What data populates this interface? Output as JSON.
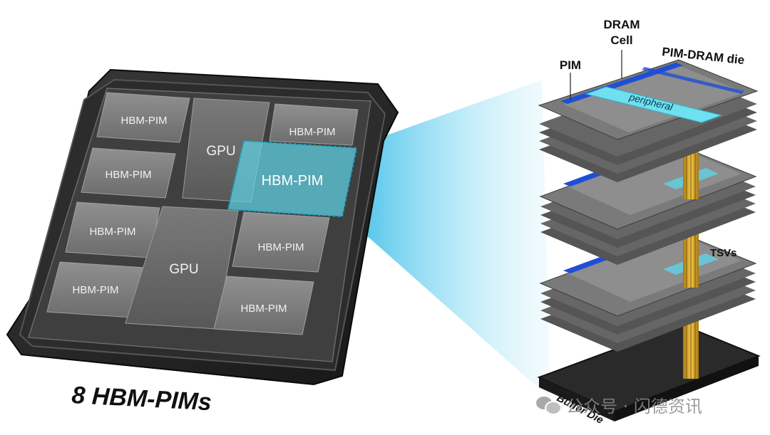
{
  "chip": {
    "tile_label": "HBM-PIM",
    "gpu_label": "GPU",
    "highlight_label": "HBM-PIM",
    "caption": "8 HBM-PIMs"
  },
  "stack": {
    "label_pim": "PIM",
    "label_dram_line1": "DRAM",
    "label_dram_line2": "Cell",
    "label_die": "PIM-DRAM die",
    "label_peripheral": "peripheral",
    "label_tsvs": "TSVs",
    "label_buffer": "Buffer Die"
  },
  "watermark": {
    "text": "公众号 · 闪德资讯",
    "icon": "wechat-icon"
  },
  "colors": {
    "highlight": "#5fd3e6",
    "beam": "#4cc8ea",
    "pim_cell": "#1f4fd6",
    "tsv": "#d9a520"
  }
}
